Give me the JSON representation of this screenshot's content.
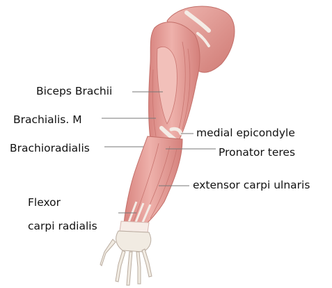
{
  "labels": {
    "biceps": "Biceps Brachii",
    "brachialis": "Brachialis. M",
    "brachioradialis": "Brachioradialis",
    "medial_epicondyle": "medial epicondyle",
    "pronator": "Pronator teres",
    "extensor": "extensor carpi ulnaris",
    "flexor_line1": "Flexor",
    "flexor_line2": "carpi radialis"
  },
  "colors": {
    "muscle": "#e7a39e",
    "muscle_dark": "#c9726d",
    "muscle_light": "#f3c7c2",
    "tendon": "#f4ece6",
    "bone": "#f1ebe2",
    "leader": "#777777",
    "text": "#111111"
  }
}
